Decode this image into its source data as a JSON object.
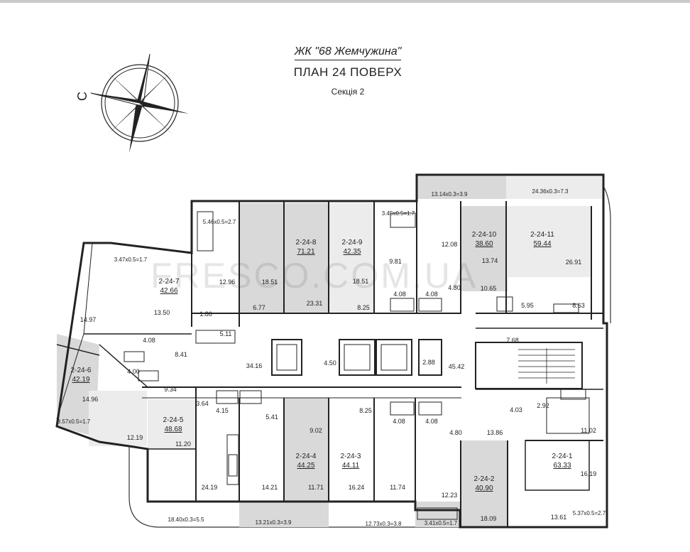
{
  "header": {
    "title": "ЖК \"68 Жемчужина\"",
    "subtitle": "ПЛАН 24 ПОВЕРХ",
    "section": "Секція 2"
  },
  "compass": {
    "north_letter": "С"
  },
  "watermark": "FRESCO.COM.UA",
  "apartments": [
    {
      "id": "2-24-1",
      "area": "63.33"
    },
    {
      "id": "2-24-2",
      "area": "40.90"
    },
    {
      "id": "2-24-3",
      "area": "44.11"
    },
    {
      "id": "2-24-4",
      "area": "44.25"
    },
    {
      "id": "2-24-5",
      "area": "48.68"
    },
    {
      "id": "2-24-6",
      "area": "42.19"
    },
    {
      "id": "2-24-7",
      "area": "42.66"
    },
    {
      "id": "2-24-8",
      "area": "71.21"
    },
    {
      "id": "2-24-9",
      "area": "42.35"
    },
    {
      "id": "2-24-10",
      "area": "38.60"
    },
    {
      "id": "2-24-11",
      "area": "59.44"
    }
  ],
  "room_areas": [
    "14.97",
    "13.50",
    "12.96",
    "18.51",
    "23.31",
    "18.51",
    "12.08",
    "13.74",
    "26.91",
    "10.65",
    "5.95",
    "8.63",
    "9.81",
    "4.08",
    "4.08",
    "4.80",
    "8.25",
    "6.77",
    "1.86",
    "5.11",
    "4.08",
    "4.00",
    "8.41",
    "34.16",
    "4.50",
    "2.88",
    "45.42",
    "7.68",
    "9.34",
    "14.96",
    "12.19",
    "3.64",
    "4.15",
    "5.41",
    "11.20",
    "9.02",
    "8.25",
    "4.08",
    "4.08",
    "4.80",
    "24.19",
    "14.21",
    "11.71",
    "16.24",
    "11.74",
    "12.23",
    "18.09",
    "13.86",
    "4.03",
    "2.92",
    "11.02",
    "16.19",
    "13.61"
  ],
  "balconies": [
    "3.47x0.5=1.7",
    "5.46x0.5=2.7",
    "3.45x0.5=1.7",
    "13.14x0.3=3.9",
    "24.36x0.3=7.3",
    "3.57x0.5=1.7",
    "18.40x0.3=5.5",
    "13.21x0.3=3.9",
    "12.73x0.3=3.8",
    "3.41x0.5=1.7",
    "5.37x0.5=2.7"
  ]
}
